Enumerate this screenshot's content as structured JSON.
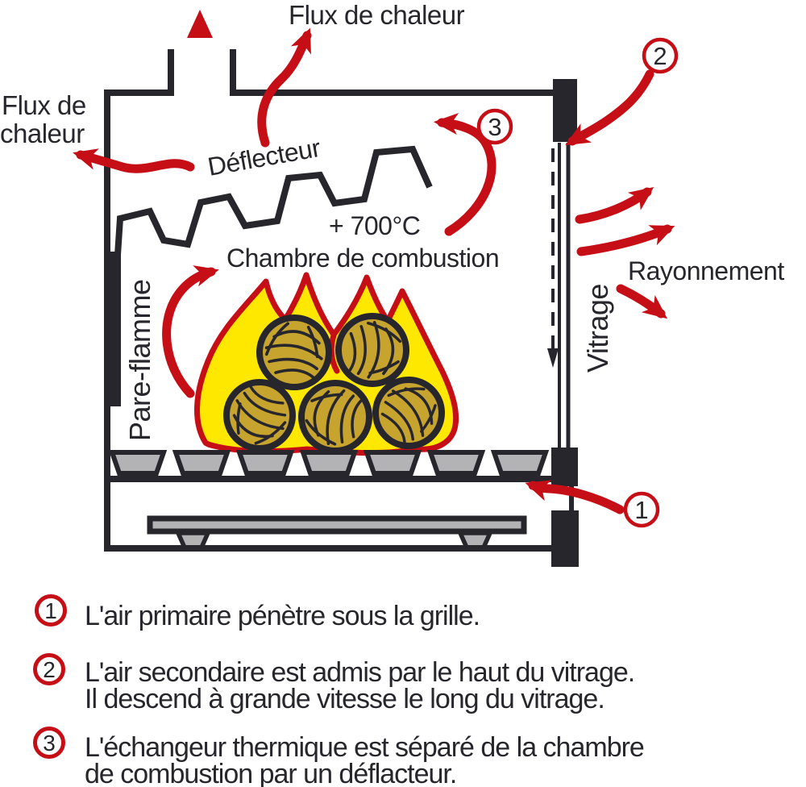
{
  "diagram": {
    "labels": {
      "heat_flux_top": "Flux de chaleur",
      "heat_flux_left_line1": "Flux de",
      "heat_flux_left_line2": "chaleur",
      "deflector": "Déflecteur",
      "temperature": "+ 700°C",
      "combustion_chamber": "Chambre de combustion",
      "flame_guard": "Pare-flamme",
      "glazing": "Vitrage",
      "radiation": "Rayonnement"
    },
    "badges": {
      "b1": "1",
      "b2": "2",
      "b3": "3"
    },
    "colors": {
      "red": "#c60e16",
      "ink": "#26262c",
      "flame_yellow": "#ffe800",
      "wood": "#c7a42e",
      "metal_gray": "#b3b3b5",
      "background": "#ffffff"
    }
  },
  "legend": {
    "items": [
      {
        "number": "1",
        "lines": [
          "L'air primaire pénètre sous la grille."
        ]
      },
      {
        "number": "2",
        "lines": [
          "L'air secondaire est admis par le haut du vitrage.",
          "Il descend à grande vitesse le long du vitrage."
        ]
      },
      {
        "number": "3",
        "lines": [
          "L'échangeur thermique est séparé de la chambre",
          "de combustion par un déflacteur."
        ]
      }
    ]
  }
}
